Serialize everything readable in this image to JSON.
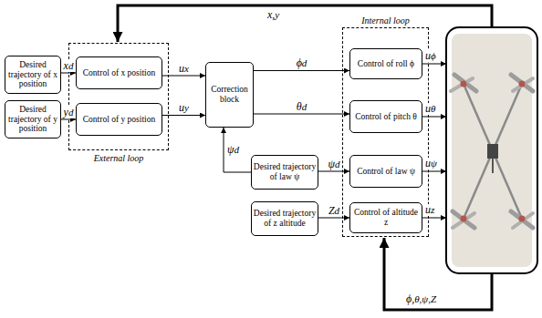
{
  "diagram": {
    "nodes": [
      {
        "text": [
          "Desired trajectory of x position"
        ]
      },
      {
        "text": [
          "Desired trajectory of y position"
        ]
      },
      {
        "text": [
          "External loop"
        ]
      },
      {
        "text": [
          "Control of x position"
        ],
        "in": 2
      },
      {
        "text": [
          "Control of y position"
        ],
        "in": 2
      },
      {
        "text": [
          "Correction block"
        ]
      },
      {
        "text": [
          "Desired trajectory of law ψ"
        ]
      },
      {
        "text": [
          "Desired trajectory of z altitude"
        ]
      },
      {
        "text": [
          "Internal loop"
        ]
      },
      {
        "text": [
          "Control of roll ϕ"
        ],
        "in": 8
      },
      {
        "text": [
          "Control of pitch θ"
        ],
        "in": 8
      },
      {
        "text": [
          "Control of law ψ"
        ],
        "in": 8
      },
      {
        "text": [
          "Control of altitude z"
        ],
        "in": 8
      }
    ],
    "edges": [
      {
        "from": 0,
        "to": 3,
        "label": "xd",
        "arrow": "to"
      },
      {
        "from": 1,
        "to": 4,
        "label": "yd",
        "arrow": "to"
      },
      {
        "from": 3,
        "to": 5,
        "label": "ux",
        "arrow": "to"
      },
      {
        "from": 4,
        "to": 5,
        "label": "uy",
        "arrow": "to"
      },
      {
        "from": 5,
        "to": 9,
        "label": "ϕd",
        "arrow": "to"
      },
      {
        "from": 5,
        "to": 10,
        "label": "θd",
        "arrow": "to"
      },
      {
        "from": 6,
        "to": 5,
        "label": "ψd",
        "arrow": "to"
      },
      {
        "from": 6,
        "to": 11,
        "label": "ψd",
        "arrow": "to"
      },
      {
        "from": 7,
        "to": 12,
        "label": "Zd",
        "arrow": "to"
      }
    ],
    "labels": [
      "x,y",
      "uϕ",
      "uθ",
      "uψ",
      "uz",
      "ϕ,θ,ψ,Z"
    ]
  }
}
